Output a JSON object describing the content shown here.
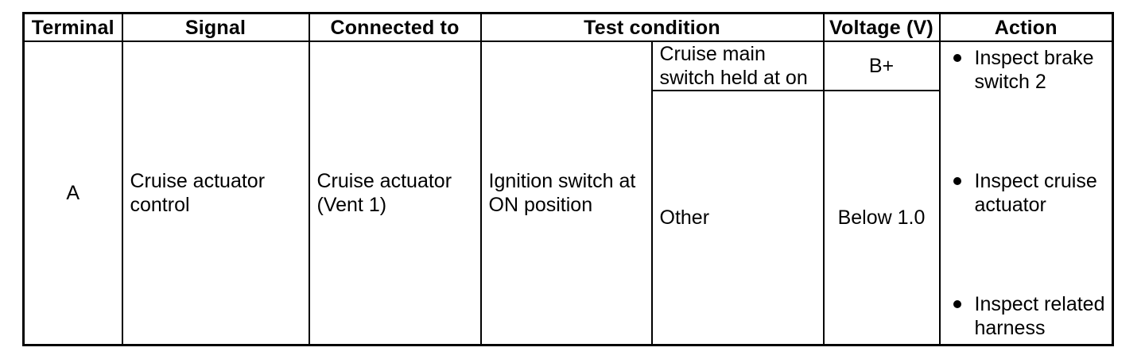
{
  "colors": {
    "background": "#ffffff",
    "border": "#000000",
    "text": "#000000"
  },
  "table": {
    "headers": {
      "terminal": "Terminal",
      "signal": "Signal",
      "connected_to": "Connected to",
      "test_condition": "Test condition",
      "voltage": "Voltage (V)",
      "action": "Action"
    },
    "rows": [
      {
        "terminal": "A",
        "signal": "Cruise actuator\ncontrol",
        "connected_to": "Cruise actuator\n(Vent 1)",
        "test_condition": "Ignition switch at\nON position",
        "sub_conditions": [
          {
            "condition": "Cruise main\nswitch held at on",
            "voltage": "B+"
          },
          {
            "condition": "Other",
            "voltage": "Below 1.0"
          }
        ],
        "actions": [
          "Inspect brake\nswitch 2",
          "Inspect cruise\nactuator",
          "Inspect related\nharness"
        ]
      }
    ]
  }
}
